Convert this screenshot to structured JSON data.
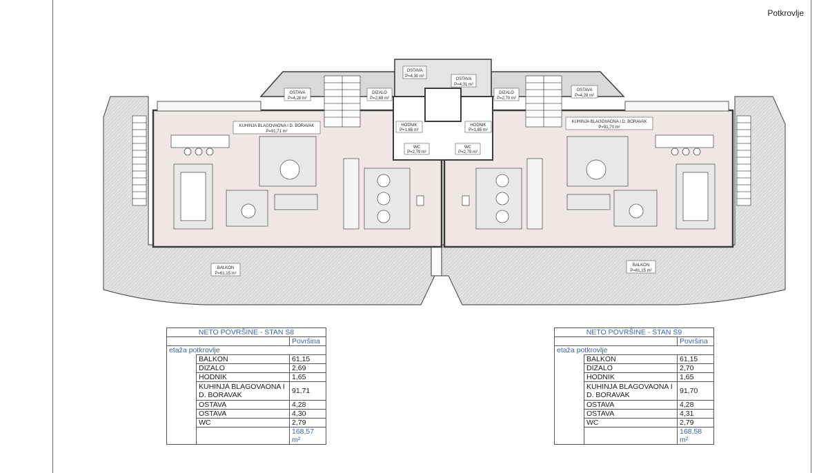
{
  "sheet_title": "Potkrovlje",
  "left_unit": {
    "kitchen_label": "KUHINJA BLAGOVAONA I D. BORAVAK",
    "kitchen_area": "P=91,71 m²",
    "storage_a_label": "OSTAVA",
    "storage_a_area": "P=4,28 m²",
    "storage_b_label": "OSTAVA",
    "storage_b_area": "P=4,30 m²",
    "elevator_label": "DIZALO",
    "elevator_area": "P=2,69 m²",
    "hall_label": "HODNIK",
    "hall_area": "P=1,65 m²",
    "wc_label": "WC",
    "wc_area": "P=2,79 m²",
    "balcony_label": "BALKON",
    "balcony_area": "P=61,15 m²"
  },
  "right_unit": {
    "kitchen_label": "KUHINJA BLAGOVAONA I D. BORAVAK",
    "kitchen_area": "P=91,70 m²",
    "storage_a_label": "OSTAVA",
    "storage_a_area": "P=4,28 m²",
    "storage_b_label": "OSTAVA",
    "storage_b_area": "P=4,31 m²",
    "elevator_label": "DIZALO",
    "elevator_area": "P=2,70 m²",
    "hall_label": "HODNIK",
    "hall_area": "P=1,65 m²",
    "wc_label": "WC",
    "wc_area": "P=2,79 m²",
    "balcony_label": "BALKON",
    "balcony_area": "P=61,15 m²"
  },
  "tables": [
    {
      "title": "NETO POVRŠINE - STAN S8",
      "col_header": "Površina",
      "floor_label": "etaža potkrovlje",
      "rows": [
        {
          "name": "BALKON",
          "value": "61,15"
        },
        {
          "name": "DIZALO",
          "value": "2,69"
        },
        {
          "name": "HODNIK",
          "value": "1,65"
        },
        {
          "name": "KUHINJA BLAGOVAONA I D. BORAVAK",
          "value": "91,71"
        },
        {
          "name": "OSTAVA",
          "value": "4,28"
        },
        {
          "name": "OSTAVA",
          "value": "4,30"
        },
        {
          "name": "WC",
          "value": "2,79"
        }
      ],
      "total": "168,57 m²"
    },
    {
      "title": "NETO POVRŠINE - STAN S9",
      "col_header": "Površina",
      "floor_label": "etaža potkrovlje",
      "rows": [
        {
          "name": "BALKON",
          "value": "61,15"
        },
        {
          "name": "DIZALO",
          "value": "2,70"
        },
        {
          "name": "HODNIK",
          "value": "1,65"
        },
        {
          "name": "KUHINJA BLAGOVAONA I D. BORAVAK",
          "value": "91,70"
        },
        {
          "name": "OSTAVA",
          "value": "4,28"
        },
        {
          "name": "OSTAVA",
          "value": "4,31"
        },
        {
          "name": "WC",
          "value": "2,79"
        }
      ],
      "total": "168,58 m²"
    }
  ],
  "colors": {
    "wall": "#3a3a3a",
    "floor": "#efe6e6",
    "terrace": "#d6d6d6",
    "table_blue": "#3a63a8"
  }
}
